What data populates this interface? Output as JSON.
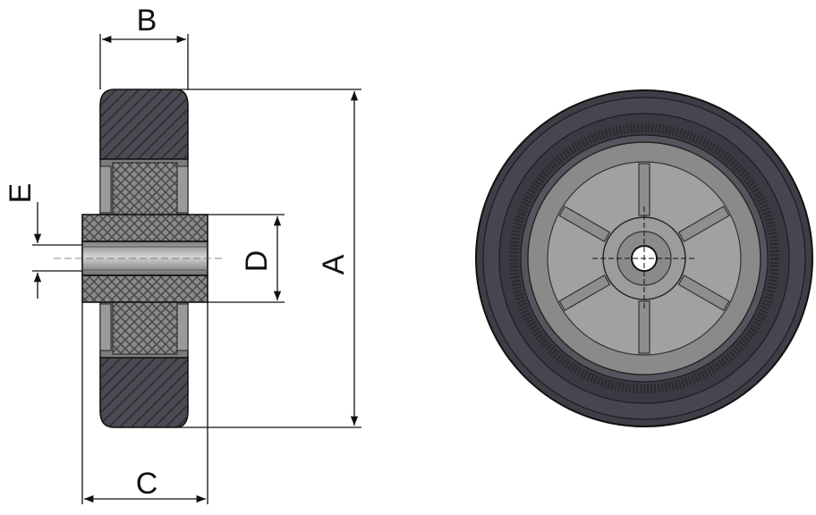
{
  "dimensions": {
    "a": "A",
    "b": "B",
    "c": "C",
    "d": "D",
    "e": "E"
  },
  "colors": {
    "tread": "#4a4a52",
    "tread_dark": "#2e2e34",
    "hub_grey": "#8c8c8c",
    "hub_light": "#a9a9a9",
    "axle": "#bdbdbd",
    "line": "#111111"
  }
}
